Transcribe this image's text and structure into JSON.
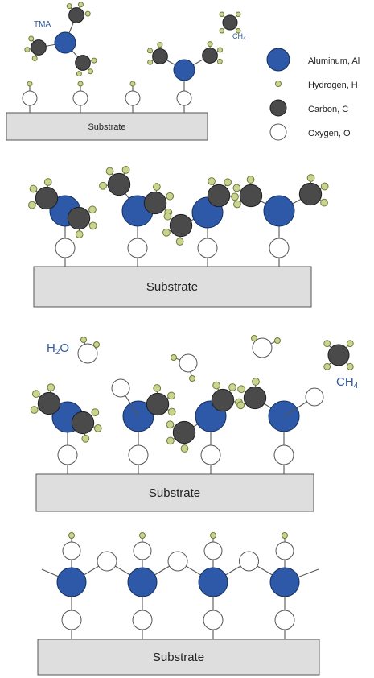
{
  "colors": {
    "aluminum": "#2e58a8",
    "aluminum_stroke": "#14305e",
    "carbon": "#4a4a4a",
    "carbon_stroke": "#1e1e1e",
    "hydrogen": "#c9d48e",
    "hydrogen_stroke": "#6f7a3a",
    "oxygen": "#ffffff",
    "oxygen_stroke": "#555555",
    "substrate": "#dedede",
    "substrate_stroke": "#555555",
    "label_blue": "#2f5a9e"
  },
  "legend": [
    {
      "atom": "aluminum",
      "label": "Aluminum, Al"
    },
    {
      "atom": "hydrogen",
      "label": "Hydrogen, H"
    },
    {
      "atom": "carbon",
      "label": "Carbon, C"
    },
    {
      "atom": "oxygen",
      "label": "Oxygen, O"
    }
  ],
  "labels": {
    "tma": "TMA",
    "ch4": "CH",
    "ch4_sub": "4",
    "h2o": "H",
    "h2o_sub": "2",
    "h2o_tail": "O"
  },
  "panels": [
    {
      "step": 1,
      "substrate_label": "Substrate"
    },
    {
      "step": 2,
      "substrate_label": "Substrate"
    },
    {
      "step": 3,
      "substrate_label": "Substrate"
    },
    {
      "step": 4,
      "substrate_label": "Substrate"
    }
  ]
}
